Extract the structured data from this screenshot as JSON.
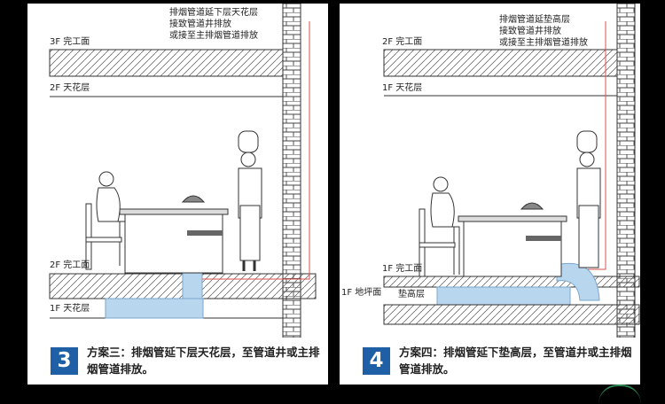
{
  "panels": [
    {
      "number": "3",
      "caption": "方案三：排烟管延下层天花层，至管道井或主排烟管道排放。",
      "note_lines": [
        "排烟管道延下层天花层",
        "接致管道井排放",
        "或接至主排烟管道排放"
      ],
      "labels": {
        "upper_floor": "3F 完工面",
        "ceiling": "2F 天花层",
        "floor": "2F 完工面",
        "lower": "1F 天花层"
      }
    },
    {
      "number": "4",
      "caption": "方案四：排烟管延下垫高层，至管道井或主排烟管道排放。",
      "note_lines": [
        "排烟管道延垫高层",
        "接致管道井排放",
        "或接至主排烟管道排放"
      ],
      "labels": {
        "upper_floor": "2F 完工面",
        "ceiling": "1F 天花层",
        "floor": "1F 完工面",
        "raised": "垫高层",
        "base": "1F 地坪面"
      }
    }
  ],
  "colors": {
    "duct": "#b9d6ef",
    "badge": "#1e5fa6",
    "pipe_line": "#d9534f"
  }
}
